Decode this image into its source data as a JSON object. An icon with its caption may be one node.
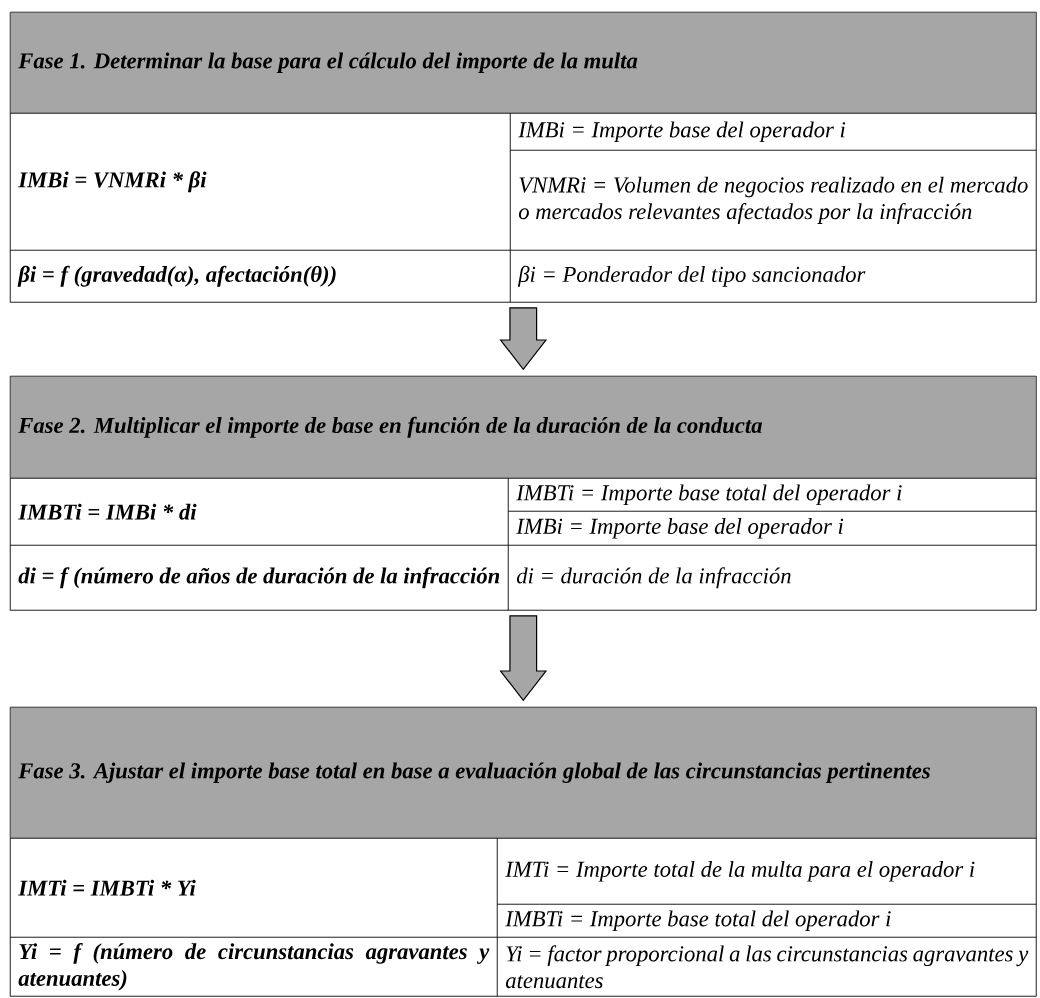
{
  "diagram": {
    "nodes": [
      {
        "text": [
          "Fase 1. Determinar la base para el cálculo del importe de la multa"
        ]
      },
      {
        "text": [
          "IMBi = VNMRi * βi"
        ],
        "in": 0
      },
      {
        "text": [
          "IMBi = Importe base del operador i"
        ],
        "in": 0
      },
      {
        "text": [
          "VNMRi = Volumen de negocios realizado en el mercado o mercados relevantes afectados por la infracción"
        ],
        "in": 0
      },
      {
        "text": [
          "βi = f (gravedad(α), afectación(θ))"
        ],
        "in": 0
      },
      {
        "text": [
          "βi = Ponderador del tipo sancionador"
        ],
        "in": 0
      },
      {
        "text": [
          "Fase 2. Multiplicar el importe de base en función de la duración de la conducta"
        ]
      },
      {
        "text": [
          "IMBTi = IMBi * di"
        ],
        "in": 6
      },
      {
        "text": [
          "IMBTi = Importe base total del operador i"
        ],
        "in": 6
      },
      {
        "text": [
          "IMBi = Importe base del operador i"
        ],
        "in": 6
      },
      {
        "text": [
          "di = f (número de años de duración de la infracción"
        ],
        "in": 6
      },
      {
        "text": [
          "di = duración de la infracción"
        ],
        "in": 6
      },
      {
        "text": [
          "Fase 3. Ajustar el importe base total en base a evaluación global de las circunstancias pertinentes"
        ]
      },
      {
        "text": [
          "IMTi = IMBTi * Yi"
        ],
        "in": 12
      },
      {
        "text": [
          "IMTi = Importe total de la multa para el operador i"
        ],
        "in": 12
      },
      {
        "text": [
          "IMBTi = Importe base total del operador i"
        ],
        "in": 12
      },
      {
        "text": [
          "Yi = f (número de circunstancias agravantes y atenuantes)"
        ],
        "in": 12
      },
      {
        "text": [
          "Yi = factor proporcional a las circunstancias agravantes y atenuantes"
        ],
        "in": 12
      }
    ],
    "edges": [
      {
        "from": 0,
        "to": 6,
        "arrow": "to"
      },
      {
        "from": 6,
        "to": 12,
        "arrow": "to"
      }
    ]
  }
}
